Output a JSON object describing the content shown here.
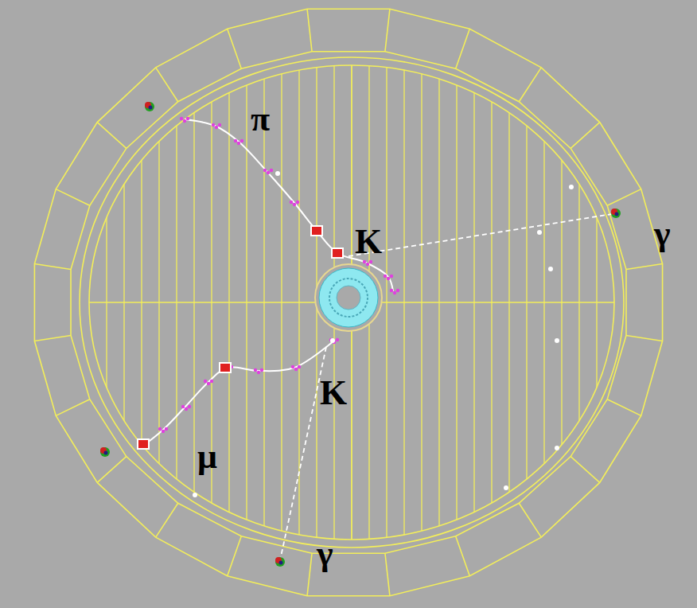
{
  "diagram": {
    "labels": [
      "π",
      "K",
      "γ",
      "K",
      "μ",
      "γ"
    ]
  }
}
